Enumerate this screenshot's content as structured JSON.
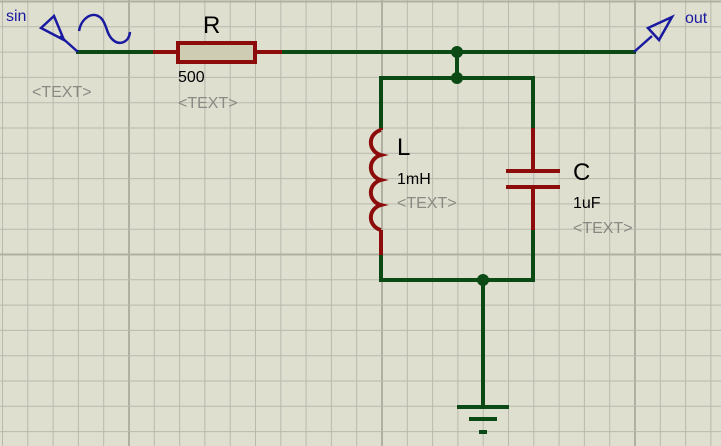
{
  "schematic": {
    "colors": {
      "background": "#dfdfd0",
      "grid_minor": "#b9b9ad",
      "grid_major": "#b0b0a2",
      "wire": "#0b4a14",
      "component": "#8c0c0c",
      "resistor_body": "#cfccb4",
      "terminal": "#1a1aa0",
      "placeholder_text": "#8a8a84"
    },
    "terminals": {
      "input": {
        "label": "sin",
        "text": "<TEXT>",
        "icon": "sine-source-icon"
      },
      "output": {
        "label": "out",
        "icon": "output-terminal-icon"
      }
    },
    "components": {
      "resistor": {
        "ref": "R",
        "value": "500",
        "text": "<TEXT>"
      },
      "inductor": {
        "ref": "L",
        "value": "1mH",
        "text": "<TEXT>"
      },
      "capacitor": {
        "ref": "C",
        "value": "1uF",
        "text": "<TEXT>"
      },
      "ground": {
        "icon": "ground-icon"
      }
    }
  }
}
